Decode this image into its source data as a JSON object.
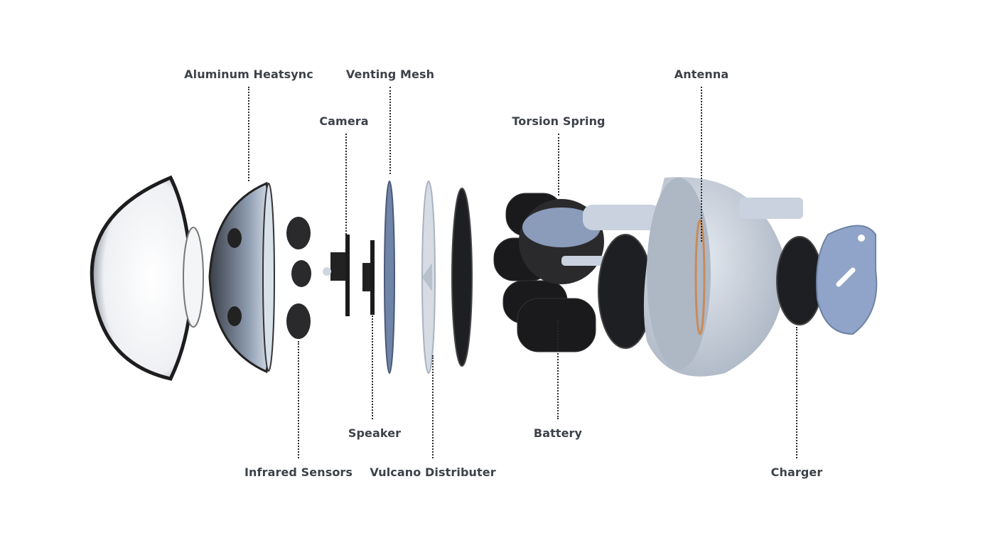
{
  "labels": {
    "aluminum_heatsync": "Aluminum Heatsync",
    "venting_mesh": "Venting Mesh",
    "camera": "Camera",
    "torsion_spring": "Torsion Spring",
    "antenna": "Antenna",
    "speaker": "Speaker",
    "battery": "Battery",
    "infrared_sensors": "Infrared Sensors",
    "vulcano_distributer": "Vulcano Distributer",
    "charger": "Charger"
  },
  "colors": {
    "label_text": "#3d4149",
    "body_shell": "#c9d2de",
    "mesh_blue": "#6f84a6",
    "charger_plate": "#8fa4c8",
    "dark_part": "#1c1c1e"
  }
}
